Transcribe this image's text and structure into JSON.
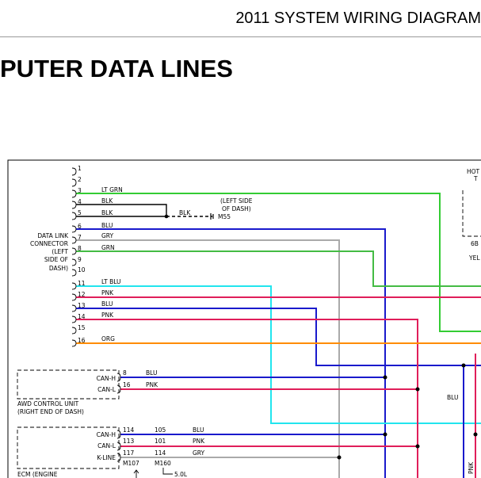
{
  "header": {
    "title": "2011 SYSTEM WIRING DIAGRAM"
  },
  "section": {
    "title": "PUTER DATA LINES"
  },
  "dlc": {
    "label": [
      "DATA LINK",
      "CONNECTOR",
      "(LEFT",
      "SIDE OF",
      "DASH)"
    ],
    "pins": [
      "1",
      "2",
      "3",
      "4",
      "5",
      "6",
      "7",
      "8",
      "9",
      "10",
      "11",
      "12",
      "13",
      "14",
      "15",
      "16"
    ],
    "wires": [
      "LT GRN",
      "BLK",
      "BLK",
      "BLU",
      "GRY",
      "GRN",
      "LT BLU",
      "PNK",
      "BLU",
      "PNK",
      "ORG"
    ]
  },
  "ground": {
    "wire": "BLK",
    "location": [
      "(LEFT SIDE",
      "OF DASH)"
    ],
    "id": "M55"
  },
  "awd": {
    "pins": [
      "CAN-H",
      "CAN-L"
    ],
    "numbers": [
      "8",
      "16"
    ],
    "wires": [
      "BLU",
      "PNK"
    ],
    "label": [
      "AWD CONTROL UNIT",
      "(RIGHT END OF DASH)"
    ]
  },
  "ecm": {
    "pins": [
      "CAN-H",
      "CAN-L",
      "K-LINE"
    ],
    "numbers": [
      "114",
      "113",
      "117"
    ],
    "circuits": [
      "105",
      "101",
      "114"
    ],
    "wires": [
      "BLU",
      "PNK",
      "GRY"
    ],
    "connectors": [
      "M107",
      "M160"
    ],
    "engine_note": "5.0L",
    "label": "ECM (ENGINE"
  },
  "right_labels": {
    "top": [
      "HOT",
      "T"
    ],
    "code": "6B",
    "color": "YEL",
    "blu": "BLU",
    "pnk": "PNK"
  },
  "colors": {
    "lt_grn": "#33cc33",
    "grn": "#44bb44",
    "blu": "#1a1acc",
    "pnk": "#e01e5a",
    "gry": "#aaaaaa",
    "lt_blu": "#22e5ee",
    "org": "#ff8c00",
    "blk": "#000000"
  }
}
